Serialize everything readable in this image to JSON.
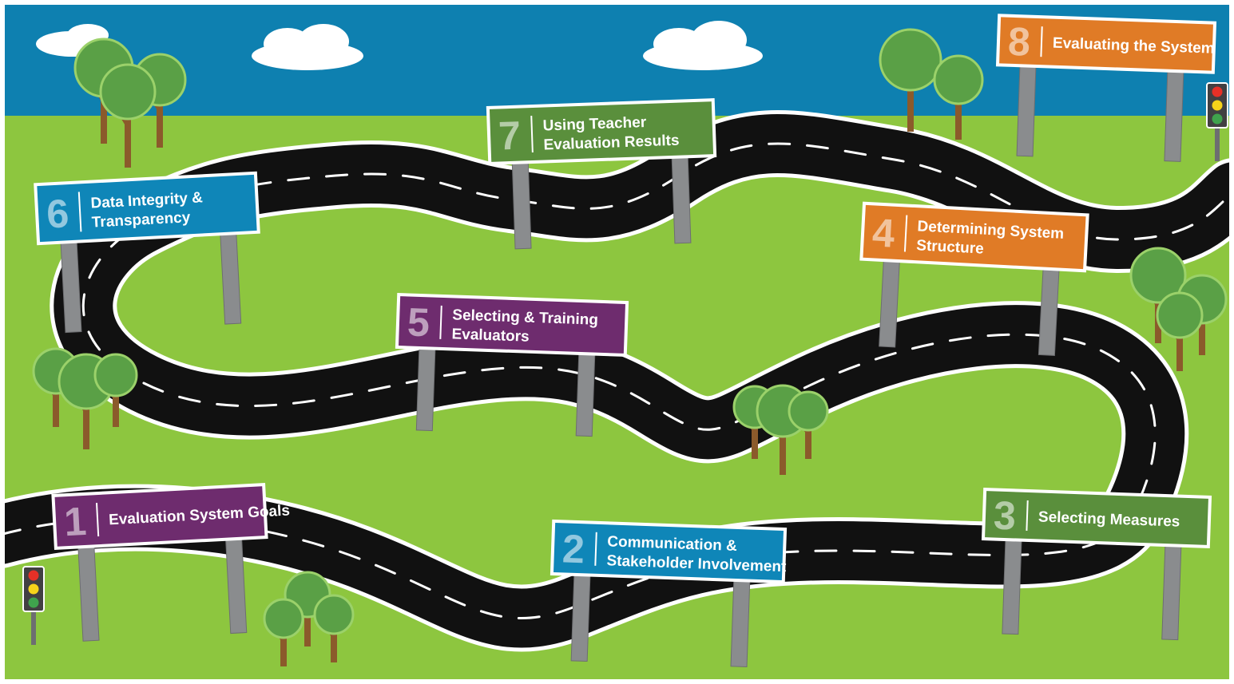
{
  "colors": {
    "sky": "#0E80B0",
    "grass": "#8DC63F",
    "road": "#111111",
    "road_edge": "#FFFFFF",
    "post": "#8A8C8E",
    "tree_leaf": "#5AA046",
    "tree_trunk": "#8B5A2B"
  },
  "signs": [
    {
      "number": "1",
      "line1": "Evaluation System Goals",
      "line2": "",
      "color": "#6E2C6E"
    },
    {
      "number": "2",
      "line1": "Communication &",
      "line2": "Stakeholder Involvement",
      "color": "#0F86B8"
    },
    {
      "number": "3",
      "line1": "Selecting Measures",
      "line2": "",
      "color": "#5A8F3C"
    },
    {
      "number": "4",
      "line1": "Determining System",
      "line2": "Structure",
      "color": "#E07B26"
    },
    {
      "number": "5",
      "line1": "Selecting & Training",
      "line2": "Evaluators",
      "color": "#6E2C6E"
    },
    {
      "number": "6",
      "line1": "Data Integrity &",
      "line2": "Transparency",
      "color": "#0F86B8"
    },
    {
      "number": "7",
      "line1": "Using Teacher",
      "line2": "Evaluation Results",
      "color": "#5A8F3C"
    },
    {
      "number": "8",
      "line1": "Evaluating the System",
      "line2": "",
      "color": "#E07B26"
    }
  ],
  "traffic_lights": [
    {
      "position": "start",
      "lights": [
        "#E63027",
        "#F6D31A",
        "#3FA34D"
      ]
    },
    {
      "position": "end",
      "lights": [
        "#E63027",
        "#F6D31A",
        "#3FA34D"
      ]
    }
  ]
}
